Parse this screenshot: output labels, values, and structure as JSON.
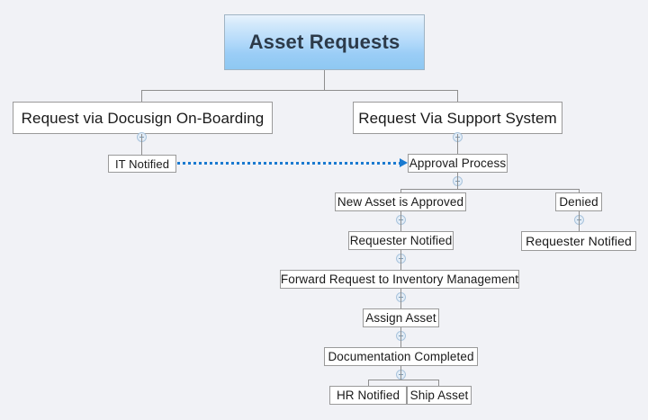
{
  "diagram": {
    "background_color": "#f1f2f6",
    "root": {
      "label": "Asset Requests",
      "fill_top_color": "#e8f3fd",
      "fill_bottom_color": "#8ec8f2",
      "text_color": "#2c3a49"
    },
    "node_style": {
      "fill_color": "#ffffff",
      "border_color": "#9a9a9a",
      "text_color": "#1a1a1a"
    },
    "connector_color": "#8e8e8e",
    "link_color": "#1a7ad0",
    "handle_icon": "minus-circle-icon",
    "nodes": {
      "request_docusign": "Request via Docusign On-Boarding",
      "request_support": "Request Via Support System",
      "it_notified": "IT Notified",
      "approval_process": "Approval Process",
      "new_asset_approved": "New Asset is Approved",
      "denied": "Denied",
      "requester_notified_left": "Requester Notified",
      "requester_notified_right": "Requester Notified",
      "forward_request": "Forward Request to Inventory Management",
      "assign_asset": "Assign Asset",
      "documentation_completed": "Documentation Completed",
      "hr_notified": "HR Notified",
      "ship_asset": "Ship Asset"
    }
  }
}
